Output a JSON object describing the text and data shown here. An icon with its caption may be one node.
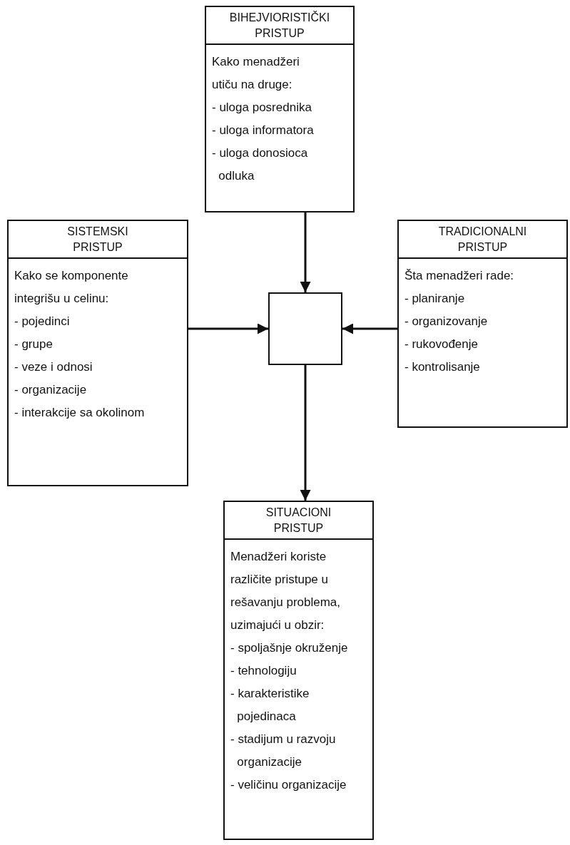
{
  "diagram": {
    "nodes": [
      {
        "text": [
          "BIHEJVIORISTIČKI PRISTUP",
          "Kako menadžeri utiču na druge:",
          "- uloga posrednika",
          "- uloga informatora",
          "- uloga donosioca odluka"
        ]
      },
      {
        "text": [
          "SISTEMSKI PRISTUP",
          "Kako se komponente integrišu u celinu:",
          "- pojedinci",
          "- grupe",
          "- veze i odnosi",
          "- organizacije",
          "- interakcije sa okolinom"
        ]
      },
      {
        "text": [],
        "shape": "box"
      },
      {
        "text": [
          "TRADICIONALNI PRISTUP",
          "Šta menadžeri rade:",
          "- planiranje",
          "- organizovanje",
          "- rukovođenje",
          "- kontrolisanje"
        ]
      },
      {
        "text": [
          "SITUACIONI PRISTUP",
          "Menadžeri koriste različite pristupe u rešavanju problema, uzimajući u obzir:",
          "- spoljašnje okruženje",
          "- tehnologiju",
          "- karakteristike pojedinaca",
          "- stadijum u razvoju organizacije",
          "- veličinu organizacije"
        ]
      }
    ],
    "edges": [
      {
        "from": 0,
        "to": 2,
        "arrow": "to"
      },
      {
        "from": 1,
        "to": 2,
        "arrow": "to"
      },
      {
        "from": 3,
        "to": 2,
        "arrow": "to"
      },
      {
        "from": 2,
        "to": 4,
        "arrow": "to"
      }
    ]
  }
}
